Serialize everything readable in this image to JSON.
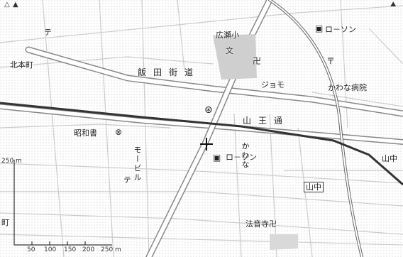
{
  "map": {
    "labels": {
      "te": "テ",
      "kitamoto": "北本町",
      "hirose": "広瀬小",
      "lawson_top": "ロ－ソン",
      "hanno_kaido": "飯田街道",
      "jose": "ジョモ",
      "kawana_hospital": "かわな病院",
      "sanno": "山王通",
      "showa_kan": "昭和書",
      "mobil": "モービル",
      "kawana_vert": "かわな",
      "lawson_center": "ロ－ソン",
      "yamanaka_right": "山中",
      "yamanaka_box": "山中",
      "ten": "テ",
      "machi": "町",
      "kotoku": "法音寺卍"
    },
    "scale": {
      "length_label": "250 m",
      "ticks": [
        "50",
        "100",
        "150",
        "200",
        "250 m"
      ]
    },
    "icons": [
      "triangle-icon",
      "flag-icon",
      "mountain-icon",
      "school-icon",
      "bank-icon",
      "hospital-icon",
      "postoffice-icon",
      "station-icon",
      "shrine-icon",
      "convenience-store-icon"
    ]
  }
}
